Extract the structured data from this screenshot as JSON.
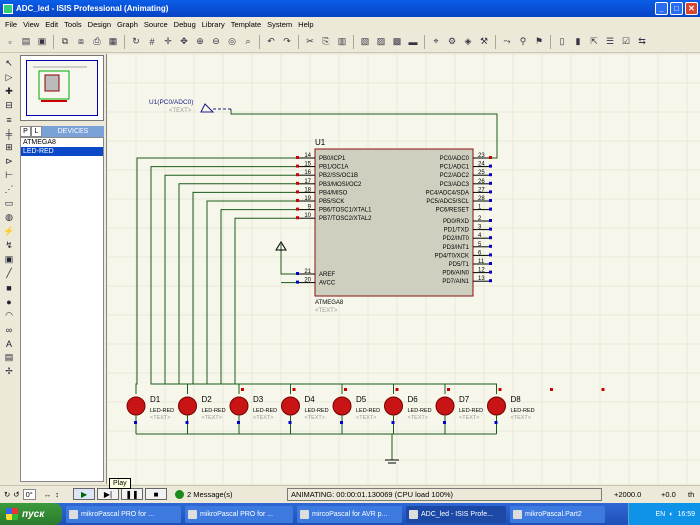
{
  "window": {
    "title": "ADC_led - ISIS Professional (Animating)"
  },
  "menu": [
    "File",
    "View",
    "Edit",
    "Tools",
    "Design",
    "Graph",
    "Source",
    "Debug",
    "Library",
    "Template",
    "System",
    "Help"
  ],
  "devices": {
    "tab_p": "P",
    "tab_l": "L",
    "title": "DEVICES",
    "items": [
      {
        "label": "ATMEGA8",
        "selected": false
      },
      {
        "label": "LED-RED",
        "selected": true
      }
    ]
  },
  "schematic": {
    "probe_label": "U1(PC0/ADC0)",
    "probe_text": "<TEXT>",
    "chip": {
      "ref": "U1",
      "name": "ATMEGA8",
      "text": "<TEXT>",
      "left_pins": [
        {
          "num": "14",
          "name": "PB0/ICP1"
        },
        {
          "num": "15",
          "name": "PB1/OC1A"
        },
        {
          "num": "16",
          "name": "PB2/SS/OC1B"
        },
        {
          "num": "17",
          "name": "PB3/MOSI/OC2"
        },
        {
          "num": "18",
          "name": "PB4/MISO"
        },
        {
          "num": "19",
          "name": "PB5/SCK"
        },
        {
          "num": "9",
          "name": "PB6/TOSC1/XTAL1"
        },
        {
          "num": "10",
          "name": "PB7/TOSC2/XTAL2"
        }
      ],
      "left_pins_low": [
        {
          "num": "21",
          "name": "AREF"
        },
        {
          "num": "20",
          "name": "AVCC"
        }
      ],
      "right_pins": [
        {
          "num": "23",
          "name": "PC0/ADC0"
        },
        {
          "num": "24",
          "name": "PC1/ADC1"
        },
        {
          "num": "25",
          "name": "PC2/ADC2"
        },
        {
          "num": "26",
          "name": "PC3/ADC3"
        },
        {
          "num": "27",
          "name": "PC4/ADC4/SDA"
        },
        {
          "num": "28",
          "name": "PC5/ADC5/SCL"
        },
        {
          "num": "1",
          "name": "PC6/RESET"
        }
      ],
      "right_pins_low": [
        {
          "num": "2",
          "name": "PD0/RXD"
        },
        {
          "num": "3",
          "name": "PD1/TXD"
        },
        {
          "num": "4",
          "name": "PD2/INT0"
        },
        {
          "num": "5",
          "name": "PD3/INT1"
        },
        {
          "num": "6",
          "name": "PD4/T0/XCK"
        },
        {
          "num": "11",
          "name": "PD5/T1"
        },
        {
          "num": "12",
          "name": "PD6/AIN0"
        },
        {
          "num": "13",
          "name": "PD7/AIN1"
        }
      ]
    },
    "leds": [
      {
        "ref": "D1",
        "part": "LED-RED",
        "text": "<TEXT>"
      },
      {
        "ref": "D2",
        "part": "LED-RED",
        "text": "<TEXT>"
      },
      {
        "ref": "D3",
        "part": "LED-RED",
        "text": "<TEXT>"
      },
      {
        "ref": "D4",
        "part": "LED-RED",
        "text": "<TEXT>"
      },
      {
        "ref": "D5",
        "part": "LED-RED",
        "text": "<TEXT>"
      },
      {
        "ref": "D6",
        "part": "LED-RED",
        "text": "<TEXT>"
      },
      {
        "ref": "D7",
        "part": "LED-RED",
        "text": "<TEXT>"
      },
      {
        "ref": "D8",
        "part": "LED-RED",
        "text": "<TEXT>"
      }
    ],
    "colors": {
      "wire": "#1a5c1a",
      "led": "#c81414",
      "chip_fill": "#cfcfbf",
      "chip_border": "#8b1010",
      "grid": "#dcdcc8"
    }
  },
  "status": {
    "rotation": "0°",
    "messages": "2 Message(s)",
    "animating": "ANIMATING: 00:00:01.130069 (CPU load 100%)",
    "coord_x": "+2000.0",
    "coord_y": "+0.0",
    "unit": "th",
    "tooltip": "Play"
  },
  "taskbar": {
    "start": "пуск",
    "tasks": [
      {
        "label": "mikroPascal PRO for ...",
        "active": false
      },
      {
        "label": "mikroPascal PRO for ...",
        "active": false
      },
      {
        "label": "mircoPascal for AVR p...",
        "active": false
      },
      {
        "label": "ADC_led - ISIS Profe...",
        "active": true
      },
      {
        "label": "mikroPascal.Part2",
        "active": false
      }
    ],
    "lang": "EN",
    "time": "16:59"
  }
}
